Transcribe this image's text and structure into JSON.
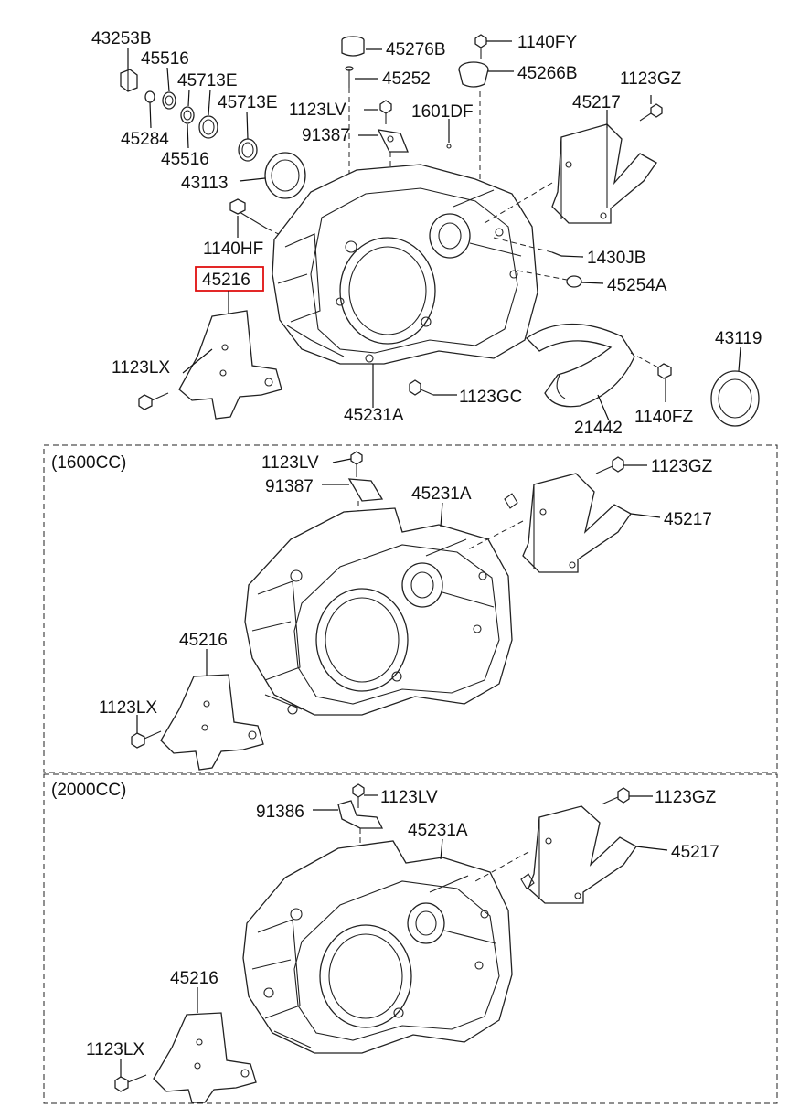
{
  "top": {
    "labels": {
      "l43253B": "43253B",
      "l45516a": "45516",
      "l45713Ea": "45713E",
      "l45713Eb": "45713E",
      "l45284": "45284",
      "l45516b": "45516",
      "l43113": "43113",
      "l1140HF": "1140HF",
      "l45216": "45216",
      "l1123LX": "1123LX",
      "l45231A": "45231A",
      "l1123GC": "1123GC",
      "l45276B": "45276B",
      "l45252": "45252",
      "l1123LV": "1123LV",
      "l91387": "91387",
      "l1601DF": "1601DF",
      "l1140FY": "1140FY",
      "l45266B": "45266B",
      "l1123GZ": "1123GZ",
      "l45217": "45217",
      "l1430JB": "1430JB",
      "l45254A": "45254A",
      "l43119": "43119",
      "l21442": "21442",
      "l1140FZ": "1140FZ"
    }
  },
  "section_1600": {
    "title": "(1600CC)",
    "labels": {
      "l1123LV": "1123LV",
      "l91387": "91387",
      "l45231A": "45231A",
      "l1123GZ": "1123GZ",
      "l45217": "45217",
      "l45216": "45216",
      "l1123LX": "1123LX"
    }
  },
  "section_2000": {
    "title": "(2000CC)",
    "labels": {
      "l1123LV": "1123LV",
      "l91386": "91386",
      "l45231A": "45231A",
      "l1123GZ": "1123GZ",
      "l45217": "45217",
      "l45216": "45216",
      "l1123LX": "1123LX"
    }
  },
  "highlight": {
    "label": "45216",
    "color": "#e01010"
  }
}
